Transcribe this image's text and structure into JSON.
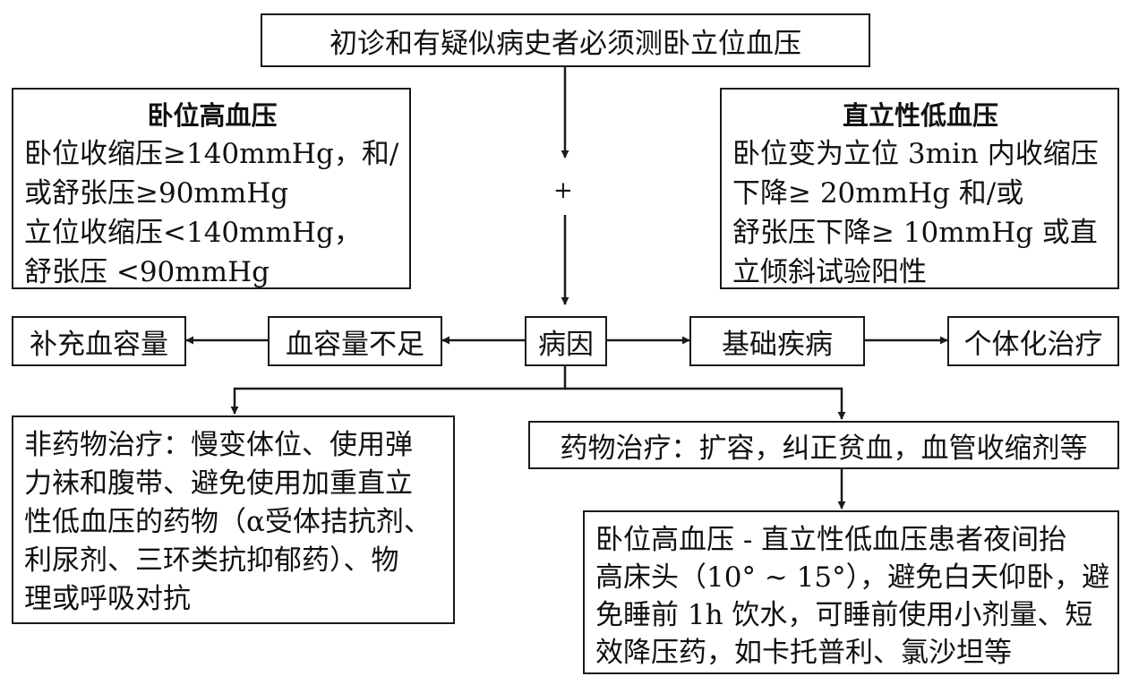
{
  "top_box": "初诊和有疑似病史者必须测卧立位血压",
  "supine_box": {
    "title": "卧位高血压",
    "lines": [
      "卧位收缩压≥140mmHg，和/",
      "或舒张压≥90mmHg",
      "立位收缩压<140mmHg，",
      "舒张压 <90mmHg"
    ]
  },
  "plus": "+",
  "ortho_box": {
    "title": "直立性低血压",
    "lines": [
      "卧位变为立位 3min 内收缩压",
      "下降≥ 20mmHg 和/或",
      "舒张压下降≥ 10mmHg 或直",
      "立倾斜试验阳性"
    ]
  },
  "row": {
    "cause": "病因",
    "low_volume": "血容量不足",
    "replenish": "补充血容量",
    "basic_disease": "基础疾病",
    "individual": "个体化治疗"
  },
  "nondrug_box": {
    "lines": [
      "非药物治疗：慢变体位、使用弹",
      "力袜和腹带、避免使用加重直立",
      "性低血压的药物（α受体拮抗剂、",
      "利尿剂、三环类抗抑郁药）、物",
      "理或呼吸对抗"
    ]
  },
  "drug_box": "药物治疗：扩容，纠正贫血，血管收缩剂等",
  "night_box": {
    "lines": [
      "卧位高血压 - 直立性低血压患者夜间抬",
      "高床头（10° ~ 15°），避免白天仰卧，避",
      "免睡前 1h 饮水，可睡前使用小剂量、短",
      "效降压药，如卡托普利、氯沙坦等"
    ]
  }
}
